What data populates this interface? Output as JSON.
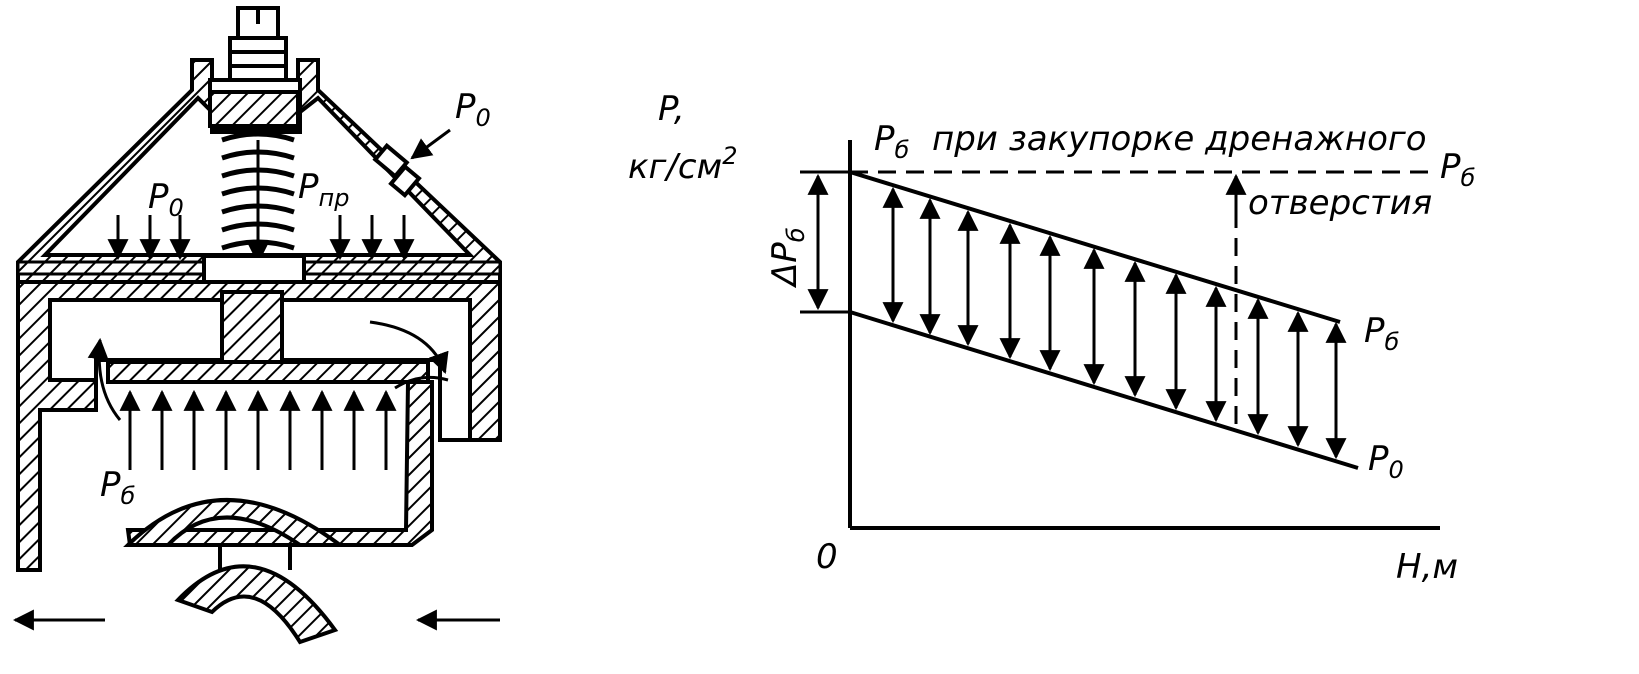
{
  "valve": {
    "labels": {
      "p0_outer": "P",
      "p0_outer_sub": "0",
      "p0_inner": "P",
      "p0_inner_sub": "0",
      "ppr": "P",
      "ppr_sub": "пр",
      "pb": "P",
      "pb_sub": "б"
    }
  },
  "graph": {
    "y_label_p": "P,",
    "y_label_units": "кг/см",
    "y_label_units_sup": "2",
    "x_label": "H,м",
    "origin": "0",
    "dp_label": "ΔP",
    "dp_label_sub": "б",
    "top_line_text": "при закупорке дренажного",
    "top_line_text2": "отверстия",
    "top_line_P": "P",
    "top_line_P_sub": "б",
    "right_pb": "P",
    "right_pb_sub": "б",
    "end_pb": "P",
    "end_pb_sub": "б",
    "end_p0": "P",
    "end_p0_sub": "0"
  },
  "colors": {
    "ink": "#000000",
    "paper": "#ffffff"
  }
}
